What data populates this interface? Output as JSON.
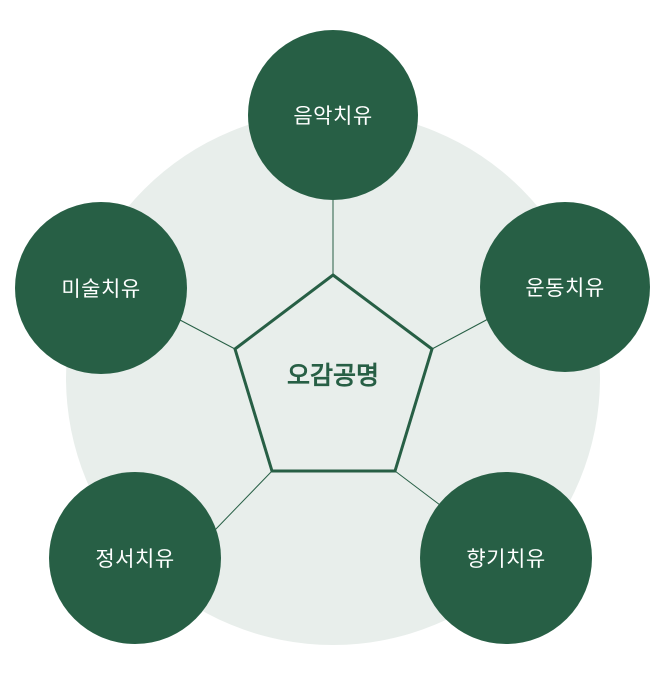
{
  "diagram": {
    "center": {
      "label": "오감공명"
    },
    "nodes": [
      {
        "id": "music",
        "label": "음악치유"
      },
      {
        "id": "exercise",
        "label": "운동치유"
      },
      {
        "id": "aroma",
        "label": "향기치유"
      },
      {
        "id": "emotion",
        "label": "정서치유"
      },
      {
        "id": "art",
        "label": "미술치유"
      }
    ],
    "colors": {
      "node_fill": "#275F45",
      "background_circle": "#E8EEEB",
      "pentagon_stroke": "#275F45",
      "node_text": "#FFFFFF",
      "center_text": "#275F45"
    }
  }
}
